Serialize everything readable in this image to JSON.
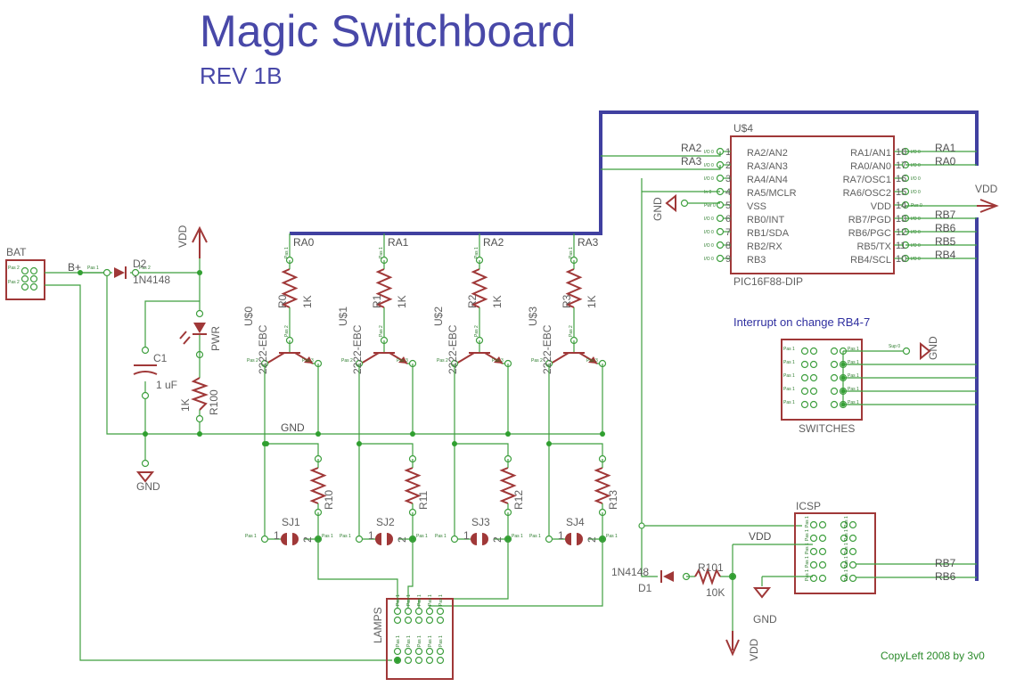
{
  "title": "Magic Switchboard",
  "revision": "REV 1B",
  "note_interrupt": "Interrupt on change RB4-7",
  "copyright": "CopyLeft 2008 by 3v0",
  "mcu": {
    "ref": "U$4",
    "part": "PIC16F88-DIP",
    "left_pins": [
      "RA2/AN2",
      "RA3/AN3",
      "RA4/AN4",
      "RA5/MCLR",
      "VSS",
      "RB0/INT",
      "RB1/SDA",
      "RB2/RX",
      "RB3"
    ],
    "right_pins": [
      "RA1/AN1",
      "RA0/AN0",
      "RA7/OSC1",
      "RA6/OSC2",
      "VDD",
      "RB7/PGD",
      "RB6/PGC",
      "RB5/TX",
      "RB4/SCL"
    ],
    "left_pin_numbers": [
      "1",
      "2",
      "3",
      "4",
      "5",
      "6",
      "7",
      "8",
      "9"
    ],
    "right_pin_numbers": [
      "18",
      "17",
      "16",
      "15",
      "14",
      "13",
      "12",
      "11",
      "10"
    ],
    "left_nets": [
      "RA2",
      "RA3"
    ],
    "right_nets": [
      "RA1",
      "RA0",
      "",
      "",
      "VDD",
      "RB7",
      "RB6",
      "RB5",
      "RB4"
    ]
  },
  "channels": [
    {
      "net": "RA0",
      "r_base": "R0",
      "r_base_val": "1K",
      "q": "U$0",
      "q_part": "2222-EBC",
      "r_lamp": "R10",
      "sj": "SJ1"
    },
    {
      "net": "RA1",
      "r_base": "R1",
      "r_base_val": "1K",
      "q": "U$1",
      "q_part": "2222-EBC",
      "r_lamp": "R11",
      "sj": "SJ2"
    },
    {
      "net": "RA2",
      "r_base": "R2",
      "r_base_val": "1K",
      "q": "U$2",
      "q_part": "2222-EBC",
      "r_lamp": "R12",
      "sj": "SJ3"
    },
    {
      "net": "RA3",
      "r_base": "R3",
      "r_base_val": "1K",
      "q": "U$3",
      "q_part": "2222-EBC",
      "r_lamp": "R13",
      "sj": "SJ4"
    }
  ],
  "labels": {
    "bat": "BAT",
    "bplus": "B+",
    "d2": "D2",
    "d2_part": "1N4148",
    "vdd": "VDD",
    "gnd": "GND",
    "c1": "C1",
    "c1_val": "1 uF",
    "pwr": "PWR",
    "r100": "R100",
    "r100_val": "1K",
    "switches": "SWITCHES",
    "icsp": "ICSP",
    "lamps": "LAMPS",
    "d1": "D1",
    "d1_part": "1N4148",
    "r101": "R101",
    "r101_val": "10K",
    "rb7": "RB7",
    "rb6": "RB6",
    "sj_pin1": "1",
    "sj_pin2": "2"
  },
  "pad_texts": {
    "pas1": "Pas 1",
    "pas2": "Pas 2",
    "pas3": "Pas 3",
    "pwr0": "Pwr 0",
    "sup0": "Sup 0",
    "io0": "I/O 0",
    "in0": "In 0"
  }
}
